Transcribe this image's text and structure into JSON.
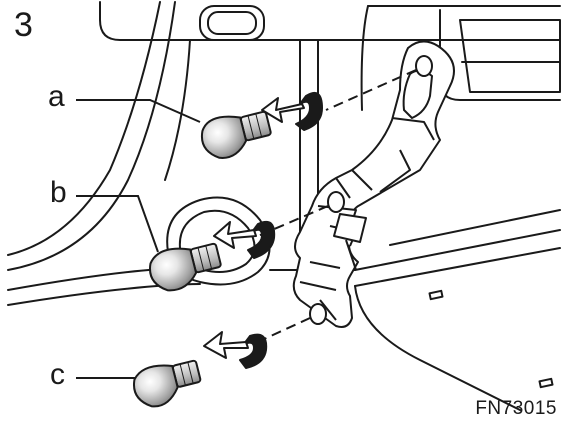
{
  "step_number": "3",
  "callouts": {
    "a": "a",
    "b": "b",
    "c": "c"
  },
  "figure_code": "FN73015",
  "colors": {
    "line": "#1a1a1a",
    "bulb_fill": "#c8c8c8",
    "background": "#ffffff"
  }
}
